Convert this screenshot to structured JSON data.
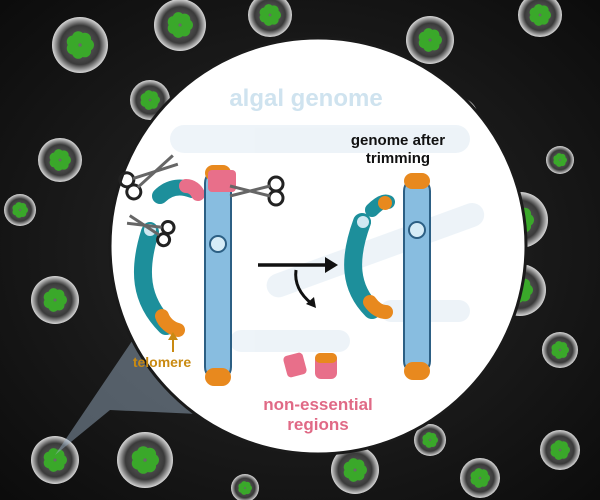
{
  "figure": {
    "title": "algal genome",
    "after_label_line1": "genome after",
    "after_label_line2": "trimming",
    "telomere_label": "telomere",
    "nonessential_line1": "non-essential",
    "nonessential_line2": "regions"
  },
  "colors": {
    "background": "#141414",
    "cell_green": "#3aa82a",
    "circle_fill": "#ffffff",
    "teal_chromosome": "#1d8f9b",
    "blue_chromosome": "#88bde0",
    "telomere_orange": "#e8891e",
    "nonessential_pink": "#e86f8a",
    "title_color": "#cfe3ef",
    "telomere_text": "#c98a12",
    "nonessential_text": "#e06a86"
  },
  "icons": [
    "scissors-icon",
    "arrow-right-icon",
    "curved-arrow-down-icon"
  ]
}
